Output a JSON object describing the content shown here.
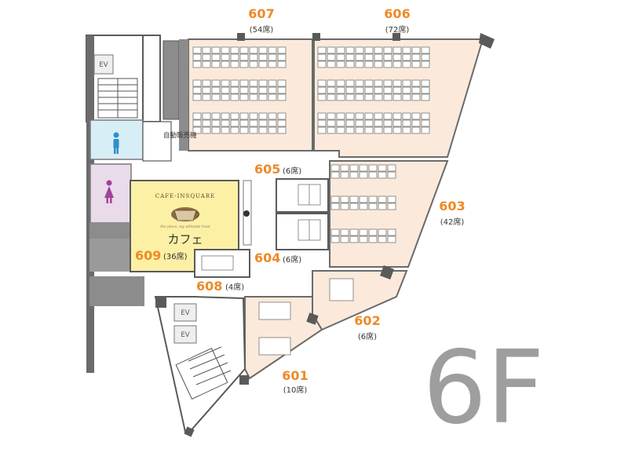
{
  "floor": {
    "label": "6F"
  },
  "rooms": [
    {
      "id": "607",
      "number": "607",
      "seats": "(54席)"
    },
    {
      "id": "606",
      "number": "606",
      "seats": "(72席)"
    },
    {
      "id": "605",
      "number": "605",
      "seats": "(6席)"
    },
    {
      "id": "604",
      "number": "604",
      "seats": "(6席)"
    },
    {
      "id": "603",
      "number": "603",
      "seats": "(42席)"
    },
    {
      "id": "602",
      "number": "602",
      "seats": "(6席)"
    },
    {
      "id": "601",
      "number": "601",
      "seats": "(10席)"
    },
    {
      "id": "608",
      "number": "608",
      "seats": "(4席)"
    },
    {
      "id": "609",
      "number": "609",
      "seats": "(36席)"
    }
  ],
  "facilities": {
    "vending": "自動販売機",
    "elevator": "EV",
    "cafe_name": "カフェ",
    "cafe_logo": "CAFE-INSQUARE",
    "cafe_tagline": "the place, my ultimate trust"
  },
  "icons": [
    "mens-restroom-icon",
    "womens-restroom-icon"
  ],
  "colors": {
    "accent_orange": "#ed8a28",
    "room_fill": "#fbeadb",
    "cafe_fill": "#fcf0a5",
    "mens_fill": "#d8eef7",
    "womens_fill": "#eadbea",
    "wall": "#5a5a5a",
    "floor_label": "#9e9e9e"
  }
}
